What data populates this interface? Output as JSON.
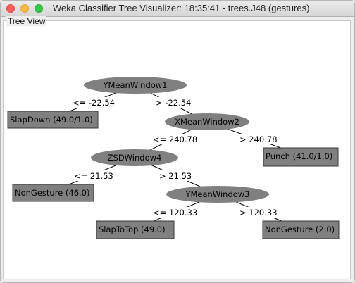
{
  "window": {
    "title": "Weka Classifier Tree Visualizer: 18:35:41 - trees.J48 (gestures)",
    "panel_label": "Tree View"
  },
  "tree": {
    "nodes": {
      "root": "YMeanWindow1",
      "x_mean": "XMeanWindow2",
      "zsd": "ZSDWindow4",
      "y_mean3": "YMeanWindow3"
    },
    "leaves": {
      "slap_down": "SlapDown (49.0/1.0)",
      "punch": "Punch (41.0/1.0)",
      "non_gesture_a": "NonGesture (46.0)",
      "slap_to_top": "SlapToTop (49.0)",
      "non_gesture_b": "NonGesture (2.0)"
    },
    "edges": {
      "root_left": "<= -22.54",
      "root_right": "> -22.54",
      "x_left": "<= 240.78",
      "x_right": "> 240.78",
      "zsd_left": "<= 21.53",
      "zsd_right": "> 21.53",
      "y3_left": "<= 120.33",
      "y3_right": "> 120.33"
    }
  },
  "colors": {
    "node_fill": "#808080",
    "leaf_fill": "#808080"
  }
}
